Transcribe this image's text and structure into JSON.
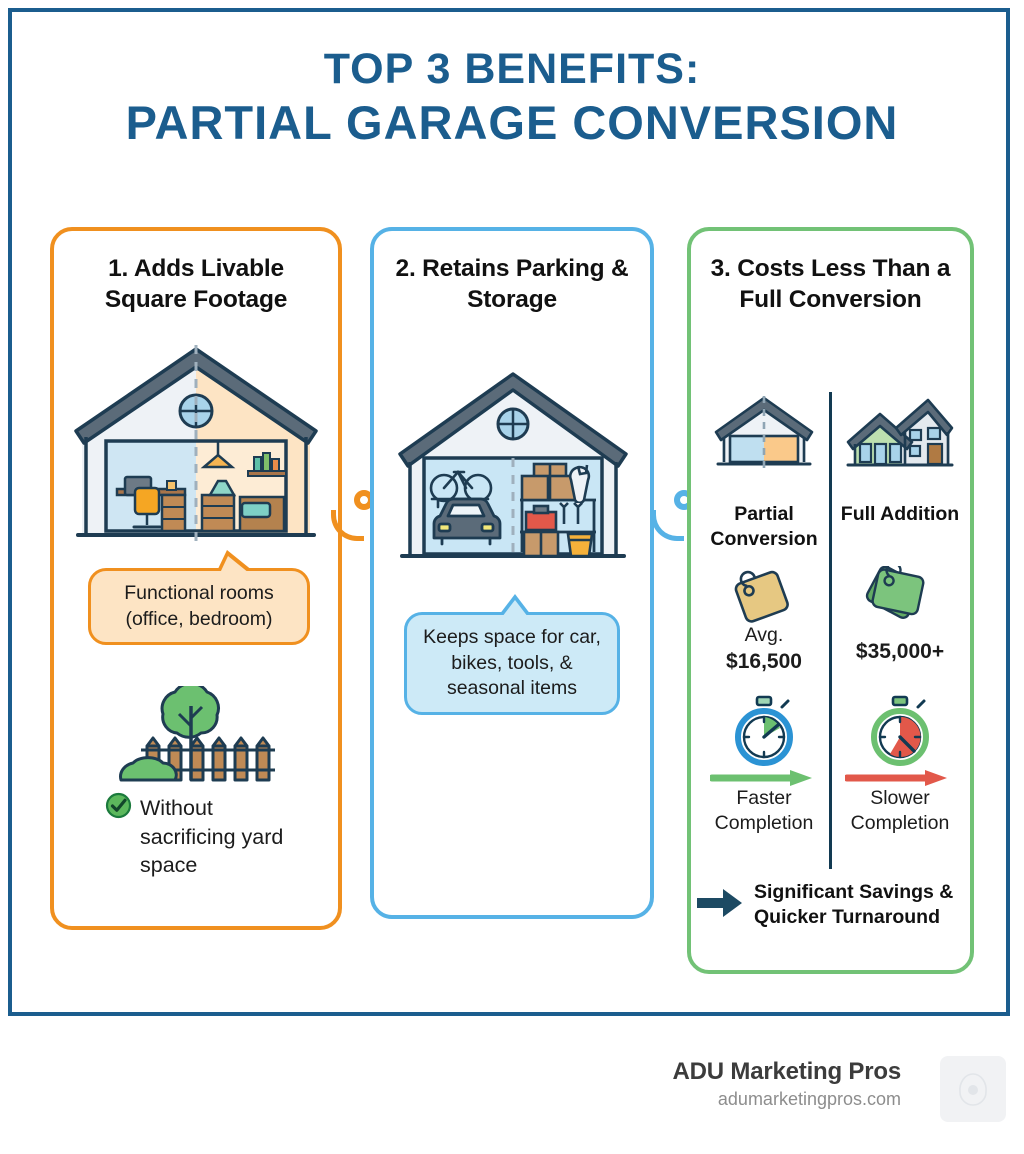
{
  "title": {
    "line1": "TOP 3 BENEFITS:",
    "line2": "PARTIAL GARAGE CONVERSION",
    "color": "#1b5d8e"
  },
  "cards": [
    {
      "number": "1.",
      "heading": "1. Adds Livable Square Footage",
      "accent": "#f0901f",
      "illustration": "garage-converted-to-office-and-bedroom",
      "bubble": "Functional rooms (office, bedroom)",
      "check_item": "Without sacrificing yard space",
      "check_icon": "check-circle-icon",
      "secondary_illustration": "tree-and-fence-yard"
    },
    {
      "number": "2.",
      "heading": "2. Retains Parking & Storage",
      "accent": "#56b2e6",
      "illustration": "garage-with-car-bike-boxes-tools",
      "bubble": "Keeps space for car, bikes, tools, & seasonal items"
    },
    {
      "number": "3.",
      "heading": "3. Costs Less Than a Full Conversion",
      "accent": "#72c276",
      "comparison": {
        "left": {
          "label": "Partial Conversion",
          "illustration": "partial-conversion-garage-icon",
          "price_prefix": "Avg.",
          "price": "$16,500",
          "price_icon": "price-tag-icon",
          "timer_icon": "stopwatch-icon",
          "arrow_icon": "arrow-right-icon",
          "speed": "Faster Completion",
          "arrow_color": "#72c276"
        },
        "right": {
          "label": "Full Addition",
          "illustration": "full-addition-house-icon",
          "price_prefix": "",
          "price": "$35,000+",
          "price_icon": "price-tags-icon",
          "timer_icon": "stopwatch-icon",
          "arrow_icon": "arrow-right-icon",
          "speed": "Slower Completion",
          "arrow_color": "#e2584a"
        }
      },
      "outcome": "Significant Savings & Quicker Turnaround",
      "outcome_icon": "bold-arrow-right-icon"
    }
  ],
  "connectors": [
    {
      "name": "connector-card1-to-card2",
      "color": "#f0901f"
    },
    {
      "name": "connector-card2-to-card3",
      "color": "#56b2e6"
    }
  ],
  "footer": {
    "brand_name": "ADU Marketing Pros",
    "website": "adumarketingpros.com",
    "logo_placeholder": "logo-placeholder"
  },
  "palette": {
    "frame": "#1b5d8e",
    "orange": "#f0901f",
    "blue": "#56b2e6",
    "green": "#72c276",
    "ink": "#123a52"
  }
}
